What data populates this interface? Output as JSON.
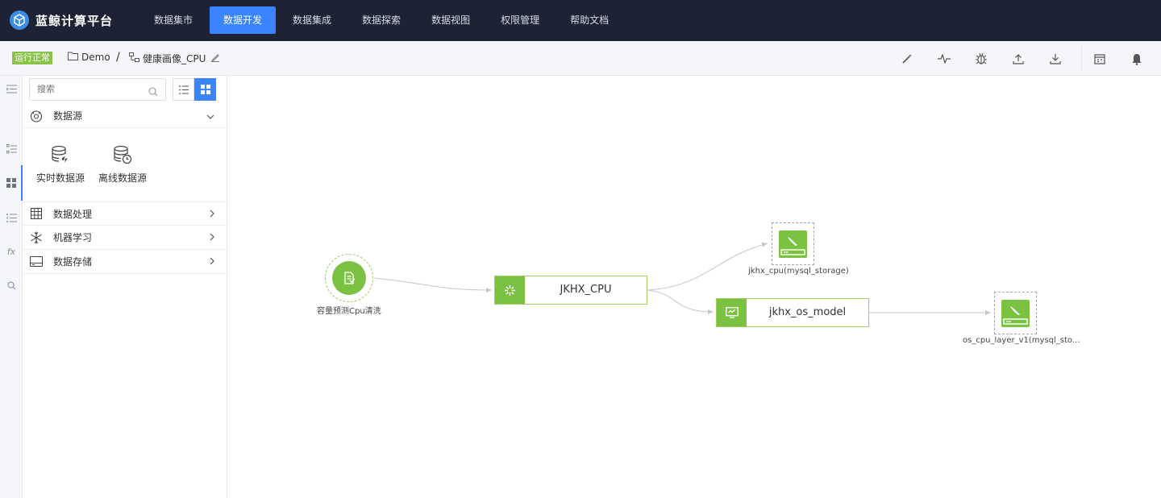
{
  "app": {
    "title": "蓝鲸计算平台"
  },
  "nav": {
    "items": [
      {
        "label": "数据集市"
      },
      {
        "label": "数据开发"
      },
      {
        "label": "数据集成"
      },
      {
        "label": "数据探索"
      },
      {
        "label": "数据视图"
      },
      {
        "label": "权限管理"
      },
      {
        "label": "帮助文档"
      }
    ],
    "active": "数据开发"
  },
  "subbar": {
    "status": "运行正常",
    "project": "Demo",
    "separator": "/",
    "flow": "健康画像_CPU"
  },
  "colors": {
    "nav_bg": "#1e2235",
    "accent": "#3a84ff",
    "node_green": "#7cc242",
    "status_green": "#8bc34a"
  },
  "panel": {
    "search_placeholder": "搜索",
    "groups": [
      {
        "label": "数据源",
        "expanded": true,
        "icon": "data-source-icon"
      },
      {
        "label": "数据处理",
        "expanded": false,
        "icon": "grid-icon"
      },
      {
        "label": "机器学习",
        "expanded": false,
        "icon": "snowflake-icon"
      },
      {
        "label": "数据存储",
        "expanded": false,
        "icon": "storage-icon"
      }
    ],
    "tiles": [
      {
        "label": "实时数据源",
        "icon": "database-realtime-icon"
      },
      {
        "label": "离线数据源",
        "icon": "database-offline-icon"
      }
    ]
  },
  "rail": {
    "fx_label": "fx"
  },
  "canvas": {
    "nodes": [
      {
        "id": "source",
        "label": "容量预测Cpu清洗",
        "type": "source"
      },
      {
        "id": "jkhx_cpu",
        "label": "JKHX_CPU",
        "type": "process"
      },
      {
        "id": "jkhx_os_model",
        "label": "jkhx_os_model",
        "type": "model"
      },
      {
        "id": "storage1",
        "label": "jkhx_cpu(mysql_storage)",
        "type": "storage"
      },
      {
        "id": "storage2",
        "label": "os_cpu_layer_v1(mysql_sto...",
        "type": "storage"
      }
    ]
  }
}
